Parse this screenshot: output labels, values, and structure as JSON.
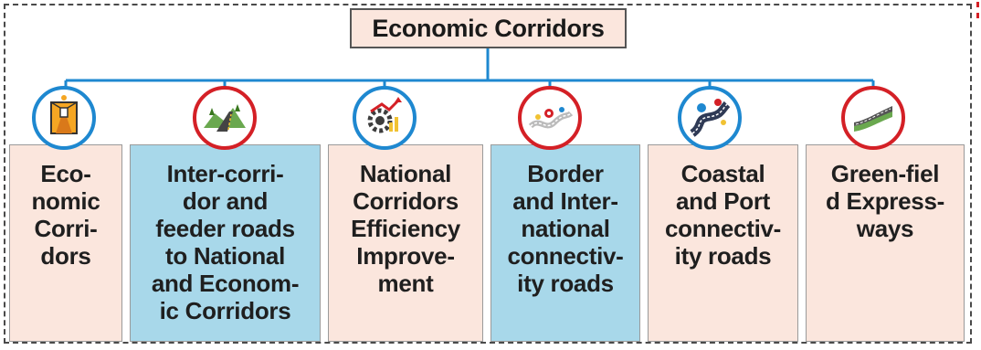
{
  "title": "Economic Corridors",
  "colors": {
    "blue_ring": "#1e88d0",
    "red_ring": "#d42026",
    "peach": "#fbe6dd",
    "light_blue": "#a8d8ea",
    "connector": "#1e88d0"
  },
  "cards": [
    {
      "label": "Eco-\nnomic\nCorri-\ndors",
      "icon": "building-corridor-icon",
      "ring": "blue",
      "fill": "peach"
    },
    {
      "label": "Inter-corri-\ndor and\nfeeder roads\nto National\nand Econom-\nic Corridors",
      "icon": "highway-landscape-icon",
      "ring": "red",
      "fill": "blue"
    },
    {
      "label": "National\nCorridors\nEfficiency\nImprove-\nment",
      "icon": "gear-growth-chart-icon",
      "ring": "blue",
      "fill": "peach"
    },
    {
      "label": "Border\nand Inter-\nnational\nconnectiv-\nity roads",
      "icon": "route-map-pin-icon",
      "ring": "red",
      "fill": "blue"
    },
    {
      "label": "Coastal\nand Port\nconnectiv-\nity roads",
      "icon": "coastal-road-pin-icon",
      "ring": "blue",
      "fill": "peach"
    },
    {
      "label": "Green-fiel\nd Express-\nways",
      "icon": "expressway-icon",
      "ring": "red",
      "fill": "peach"
    }
  ]
}
